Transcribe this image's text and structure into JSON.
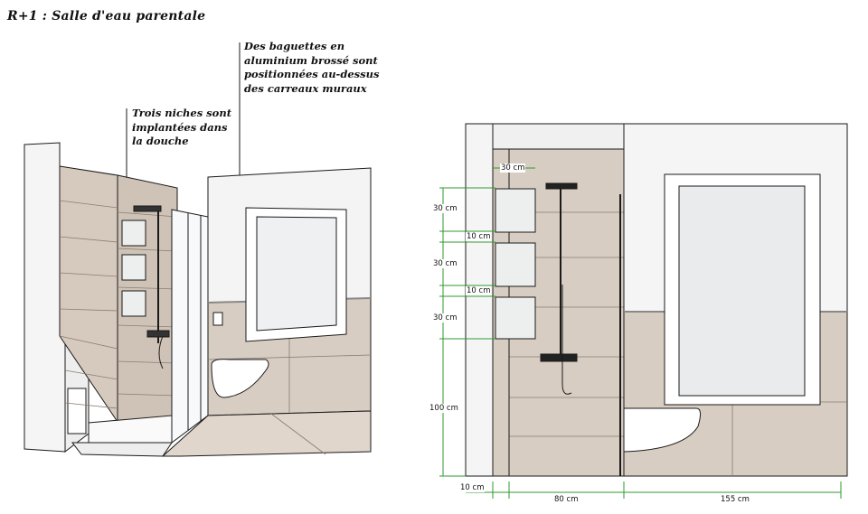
{
  "title": "R+1 : Salle d'eau parentale",
  "notes": {
    "baguettes": "Des baguettes en\naluminium brossé sont\npositionnées au-dessus\ndes carreaux muraux",
    "niches": "Trois niches sont\nimplantées dans\nla douche"
  },
  "dimensions": {
    "niche_width": "30 cm",
    "niche_height_1": "30 cm",
    "gap_1": "10 cm",
    "niche_height_2": "30 cm",
    "gap_2": "10 cm",
    "niche_height_3": "30 cm",
    "base_height": "100 cm",
    "left_wall": "10 cm",
    "shower_width": "80 cm",
    "room_width": "155 cm"
  },
  "colors": {
    "tile": "#d5c9be",
    "tile_dark": "#c4b6a8",
    "wall": "#f2f2f2",
    "dim_green": "#2e9b2e",
    "line": "#1a1a1a"
  }
}
